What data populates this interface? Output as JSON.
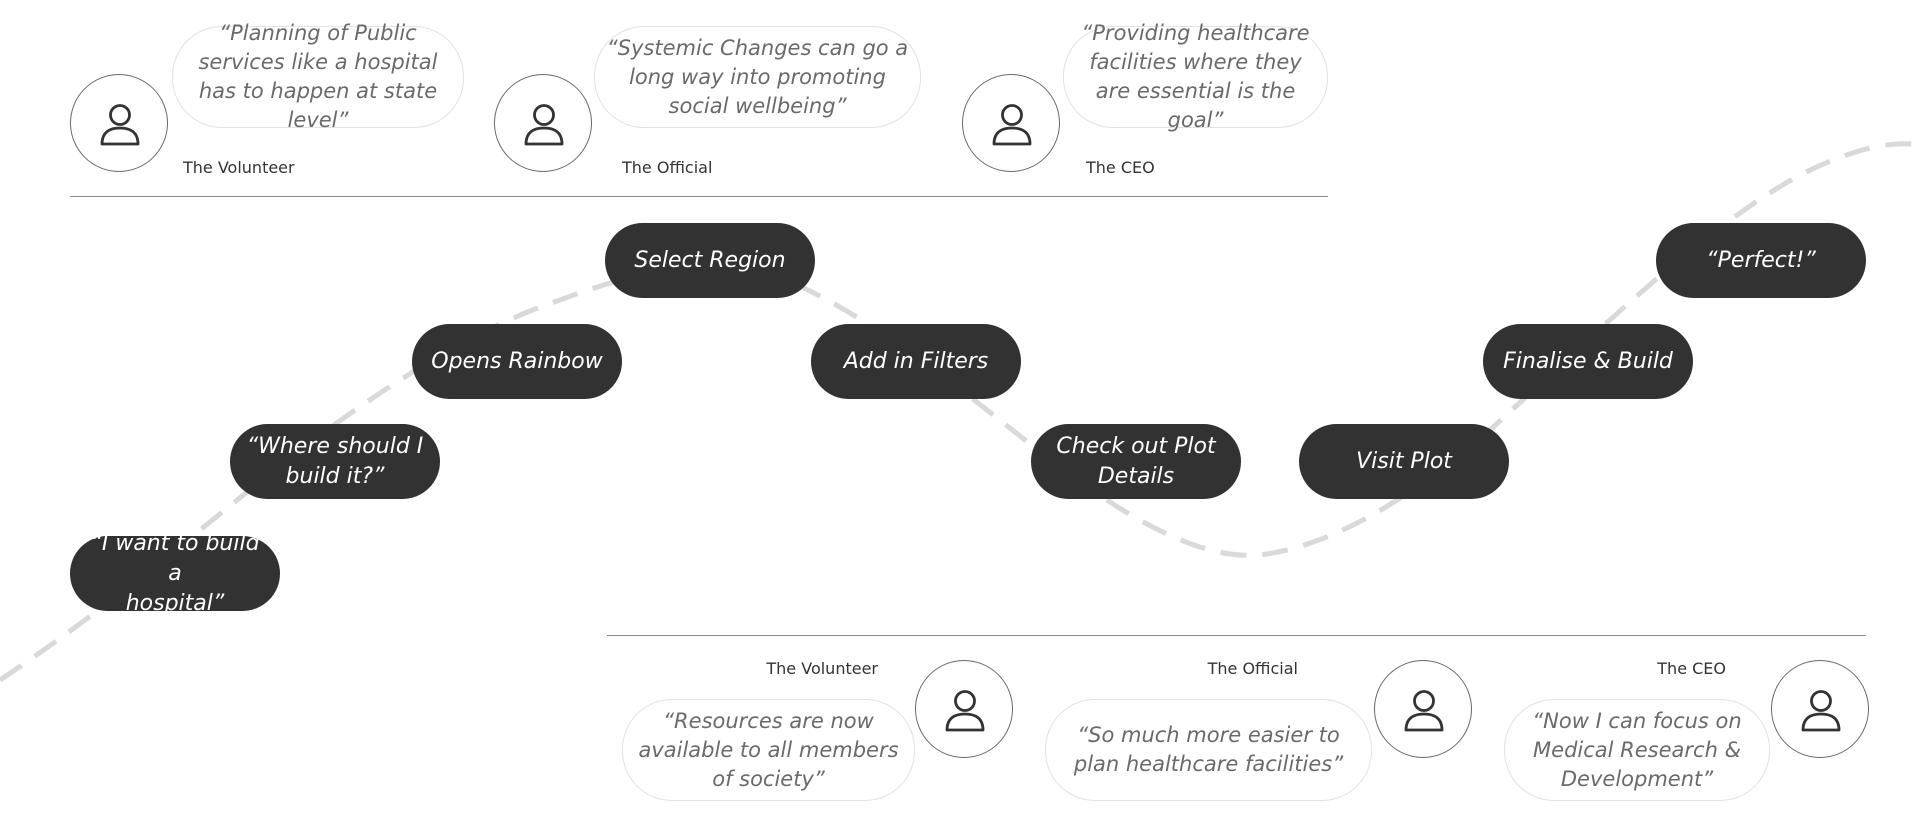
{
  "top_personas": [
    {
      "name": "The Volunteer",
      "quote": "“Planning of Public services like a hospital has to happen at state level”"
    },
    {
      "name": "The Official",
      "quote": "“Systemic Changes can go a long way into promoting social wellbeing”"
    },
    {
      "name": "The CEO",
      "quote": "“Providing healthcare facilities where they are essential is the goal”"
    }
  ],
  "journey_steps": [
    "“I want to build a\nhospital”",
    "“Where should I\nbuild it?”",
    "Opens Rainbow",
    "Select Region",
    "Add in Filters",
    "Check out Plot\nDetails",
    "Visit Plot",
    "Finalise & Build",
    "“Perfect!”"
  ],
  "bottom_personas": [
    {
      "name": "The Volunteer",
      "quote": "“Resources are now available to all members of society”"
    },
    {
      "name": "The Official",
      "quote": "“So much more easier to plan healthcare facilities”"
    },
    {
      "name": "The CEO",
      "quote": "“Now I can focus on Medical Research & Development”"
    }
  ],
  "colors": {
    "step_fill": "#323232",
    "step_text": "#ffffff",
    "quote_text": "#6a6a6a",
    "quote_border": "#e3e3e3",
    "path_dash": "#d9d9d9",
    "divider": "#8a8a8a"
  },
  "icons": {
    "avatar": "person-icon"
  }
}
